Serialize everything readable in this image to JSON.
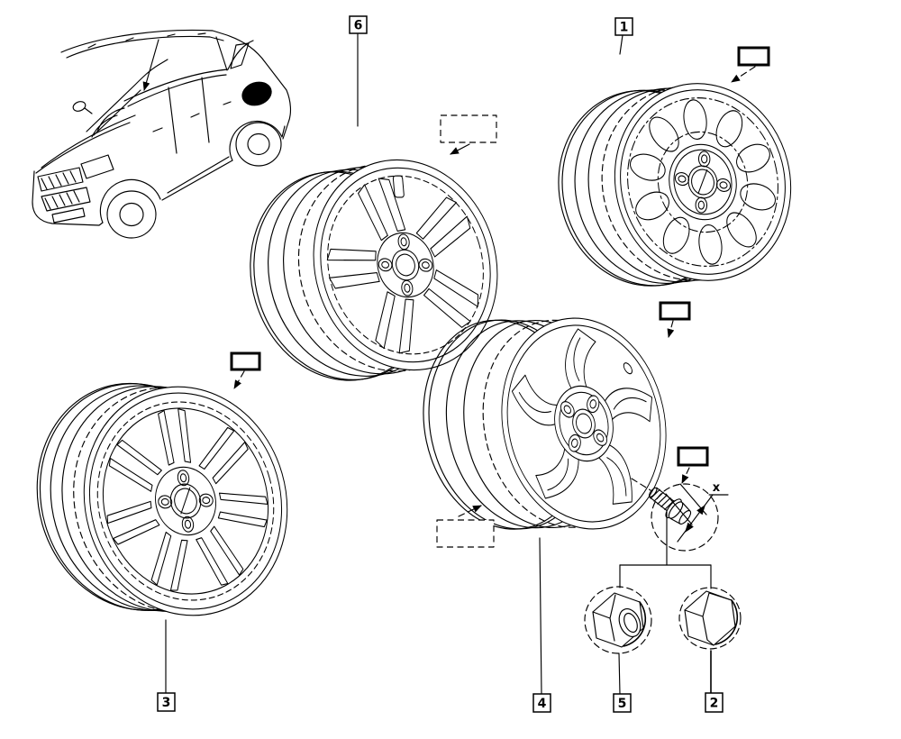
{
  "figure": {
    "kind": "vehicle-wheel-parts-diagram",
    "background": "#ffffff",
    "ink": "#000000"
  },
  "callouts": {
    "c1": "1",
    "c2": "2",
    "c3": "3",
    "c4": "4",
    "c5": "5",
    "c6": "6"
  },
  "dimension": {
    "label": "x"
  }
}
